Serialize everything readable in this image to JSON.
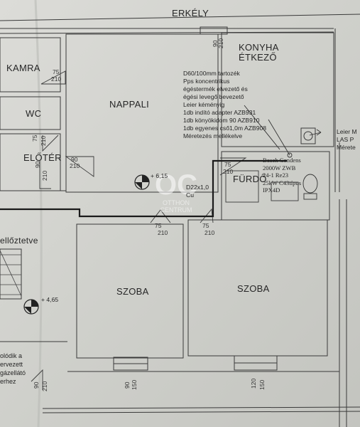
{
  "rooms": {
    "erkely": "ERKÉLY",
    "konyha": "KONYHA",
    "etkezo": "ÉTKEZŐ",
    "kamra": "KAMRA",
    "nappali": "NAPPALI",
    "wc": "WC",
    "eloter": "ELŐTÉR",
    "furdo": "FÜRDŐ",
    "szoba_left": "SZOBA",
    "szoba_right": "SZOBA",
    "ellotztetve": "ellőztetve"
  },
  "kitchen_note": [
    "D60/100mm tartozék",
    "Pps koncentrikus",
    "égéstermék elvezető és",
    "égési levegő bevezető",
    "Leier kéményig",
    "1db indító adapter AZB931",
    "1db könyökidom 90 AZB910",
    "1db egyenes cső1,0m AZB908",
    "Méretezés mellékelve"
  ],
  "boiler_note": [
    "Bosch Condens",
    "2000W ZWB",
    "24-1 Re23",
    "25kW C43típus",
    "IPX4D"
  ],
  "leier_note": [
    "Leier M",
    "LAS P",
    "Mérete"
  ],
  "pipe_label": [
    "D22x1,0",
    "Cu"
  ],
  "levels": {
    "nappali": "+ 6,15",
    "left": "+ 4,65"
  },
  "left_note": [
    "olódik a",
    "ervezett",
    "gázellátó",
    "erhez"
  ],
  "watermark": {
    "logo": "OC",
    "line1": "OTTHON",
    "line2": "CENTRUM"
  },
  "door_dims": {
    "balcony": [
      "90",
      "210"
    ],
    "kamra": [
      "75",
      "210"
    ],
    "wc": [
      "75",
      "210"
    ],
    "eloter": [
      "90",
      "210"
    ],
    "eloter_side": [
      "90",
      "210"
    ],
    "furdo": [
      "75",
      "210"
    ],
    "szoba_left_door": [
      "75",
      "210"
    ],
    "szoba_right_door": [
      "75",
      "210"
    ],
    "window_left": [
      "90",
      "150"
    ],
    "window_right": [
      "120",
      "150"
    ],
    "bottom_left": [
      "90",
      "210"
    ]
  }
}
